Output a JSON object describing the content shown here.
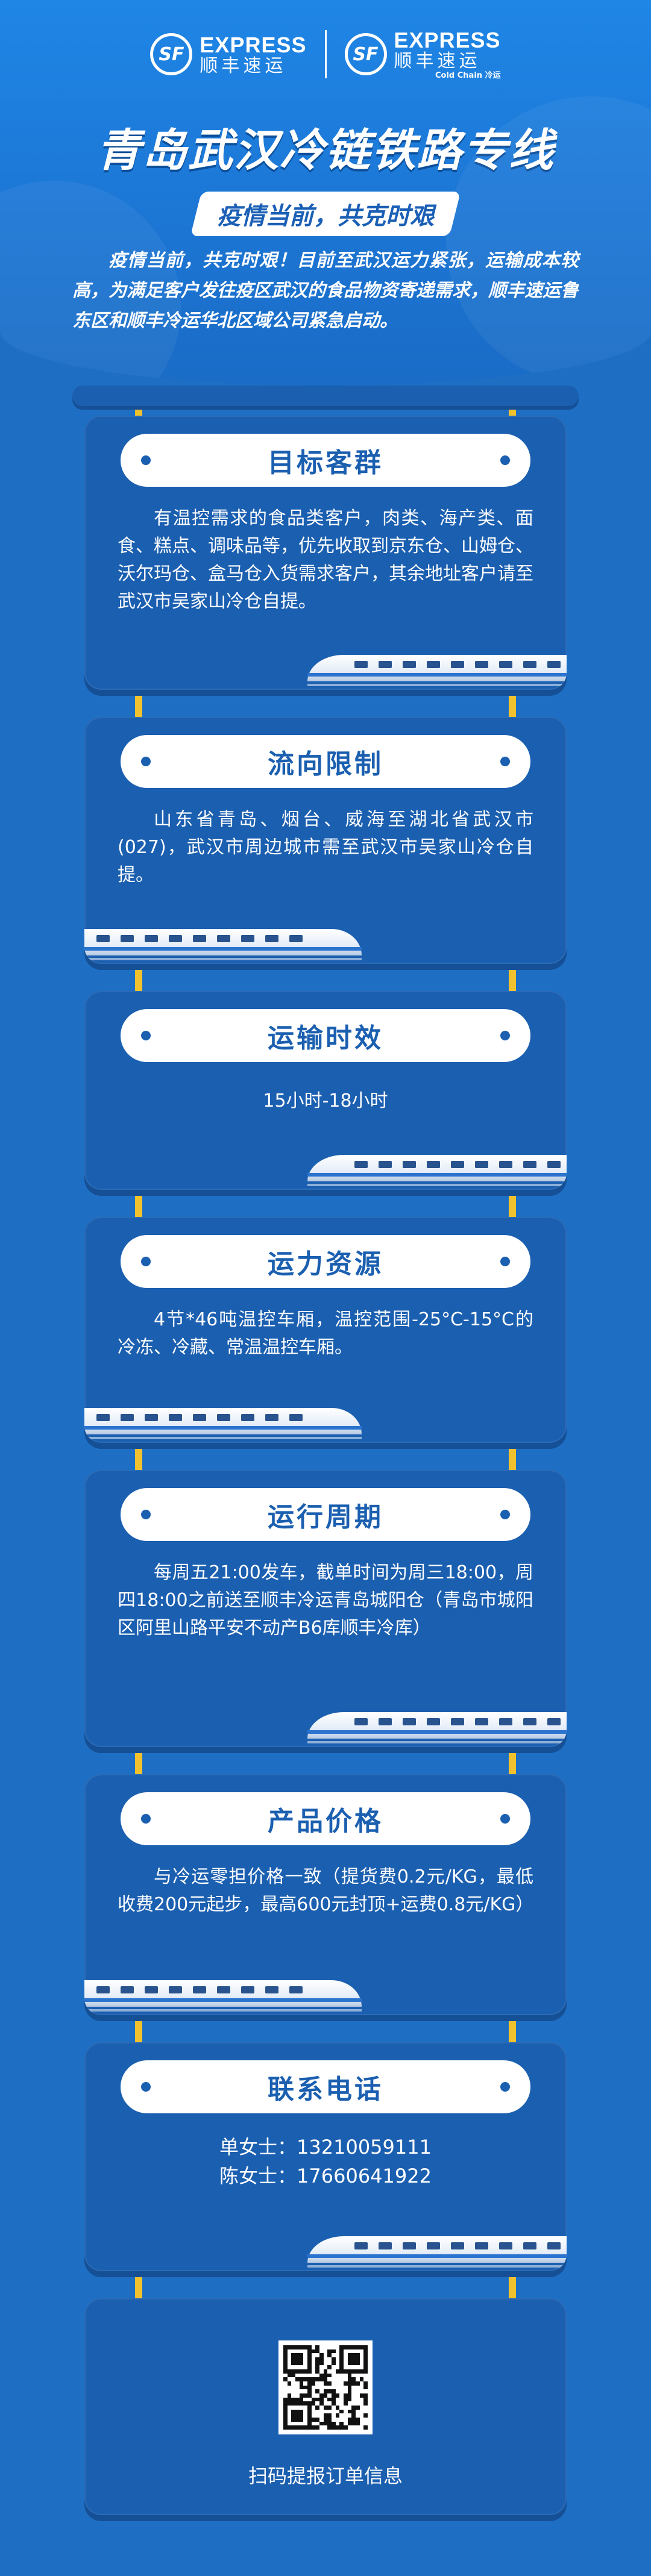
{
  "header": {
    "logos": [
      {
        "mark": "SF",
        "en": "EXPRESS",
        "cn": "顺丰速运"
      },
      {
        "mark": "SF",
        "en": "EXPRESS",
        "cn": "顺丰速运",
        "sub": "Cold Chain 冷运"
      }
    ],
    "title": "青岛武汉冷链铁路专线",
    "subtitle": "疫情当前，共克时艰",
    "intro": "疫情当前，共克时艰！目前至武汉运力紧张，运输成本较高，为满足客户发往疫区武汉的食品物资寄递需求，顺丰速运鲁东区和顺丰冷运华北区域公司紧急启动。"
  },
  "sections": {
    "target": {
      "heading": "目标客群",
      "text": "有温控需求的食品类客户，肉类、海产类、面食、糕点、调味品等，优先收取到京东仓、山姆仓、沃尔玛仓、盒马仓入货需求客户，其余地址客户请至武汉市吴家山冷仓自提。"
    },
    "flow": {
      "heading": "流向限制",
      "text": "山东省青岛、烟台、威海至湖北省武汉市(027)，武汉市周边城市需至武汉市吴家山冷仓自提。"
    },
    "time": {
      "heading": "运输时效",
      "text": "15小时-18小时"
    },
    "capacity": {
      "heading": "运力资源",
      "text": "4节*46吨温控车厢，温控范围-25°C-15°C的冷冻、冷藏、常温温控车厢。"
    },
    "cycle": {
      "heading": "运行周期",
      "text": "每周五21:00发车，截单时间为周三18:00，周四18:00之前送至顺丰冷运青岛城阳仓（青岛市城阳区阿里山路平安不动产B6库顺丰冷库）"
    },
    "price": {
      "heading": "产品价格",
      "text": "与冷运零担价格一致（提货费0.2元/KG，最低收费200元起步，最高600元封顶+运费0.8元/KG）"
    },
    "contact": {
      "heading": "联系电话",
      "lines": [
        "单女士：13210059111",
        "陈女士：17660641922"
      ]
    },
    "qr": {
      "caption": "扫码提报订单信息"
    }
  },
  "colors": {
    "background": "#1e6fc4",
    "card": "#1b5fb0",
    "chain": "#f2c12e",
    "heading_text": "#1b5fb0"
  }
}
